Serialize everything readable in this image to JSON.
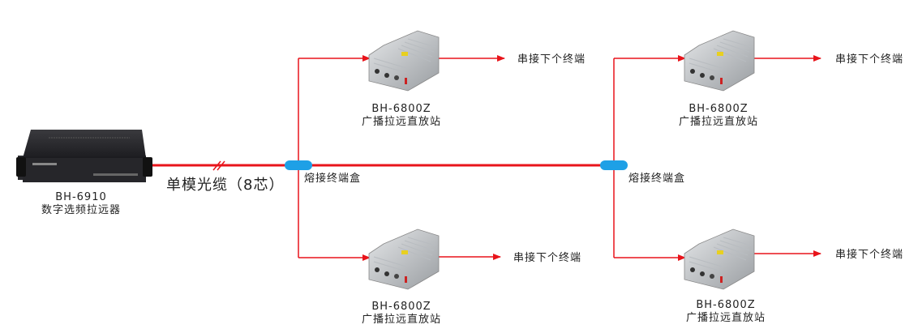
{
  "head_unit": {
    "model": "BH-6910",
    "name": "数字选频拉远器"
  },
  "cable_label": "单模光缆（8芯）",
  "splice_boxes": [
    {
      "label": "熔接终端盒"
    },
    {
      "label": "熔接终端盒"
    }
  ],
  "remote_units": [
    {
      "model": "BH-6800Z",
      "name": "广播拉远直放站",
      "next": "串接下个终端"
    },
    {
      "model": "BH-6800Z",
      "name": "广播拉远直放站",
      "next": "串接下个终端"
    },
    {
      "model": "BH-6800Z",
      "name": "广播拉远直放站",
      "next": "串接下个终端"
    },
    {
      "model": "BH-6800Z",
      "name": "广播拉远直放站",
      "next": "串接下个终端"
    }
  ],
  "colors": {
    "line": "#e8141b",
    "splice": "#1ea0e6"
  }
}
